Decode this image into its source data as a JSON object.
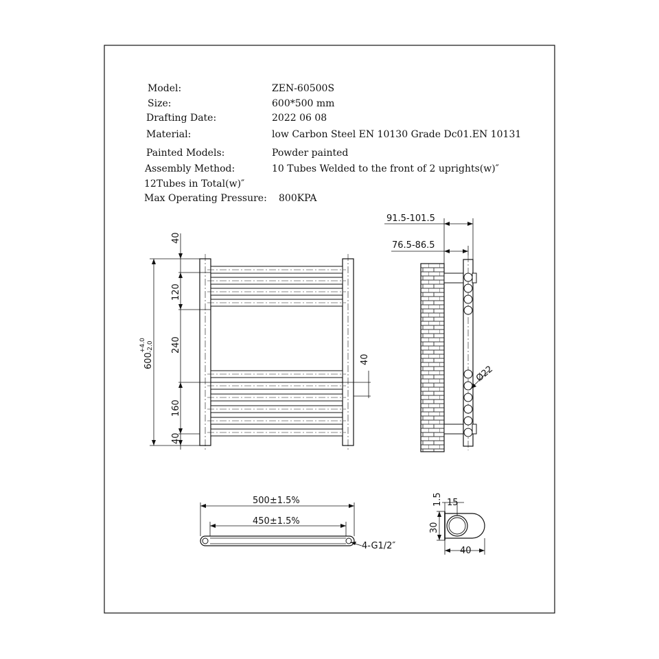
{
  "specs": {
    "model_label": "Model:",
    "model_value": "ZEN-60500S",
    "size_label": "Size:",
    "size_value": "600*500 mm",
    "date_label": "Drafting Date:",
    "date_value": "2022 06 08",
    "material_label": "Material:",
    "material_value": "low Carbon Steel  EN 10130 Grade Dc01.EN 10131",
    "painted_label": "Painted Models:",
    "painted_value": "Powder painted",
    "assembly_label": "Assembly Method:",
    "assembly_value": "10 Tubes Welded to the front of 2 uprights(w)″",
    "assembly_value_2": "12Tubes in Total(w)″",
    "pressure_label": "Max Operating Pressure:",
    "pressure_value": "800KPA"
  },
  "front_view": {
    "dim_top": "40",
    "dim_upper": "120",
    "dim_middle": "240",
    "dim_lower": "160",
    "dim_bottom": "40",
    "dim_right": "40",
    "height_main": "600",
    "height_tol_plus": "+4.0",
    "height_tol_minus": "-2.0"
  },
  "side_view": {
    "dim_outer": "91.5-101.5",
    "dim_inner": "76.5-86.5",
    "tube_diameter": "Ø22"
  },
  "bottom_view": {
    "width_outer": "500±1.5%",
    "width_inner": "450±1.5%",
    "inlet_note": "4-G1/2″"
  },
  "bracket_view": {
    "dim_thickness": "1.5",
    "dim_offset": "15",
    "dim_height": "30",
    "dim_width": "40"
  }
}
